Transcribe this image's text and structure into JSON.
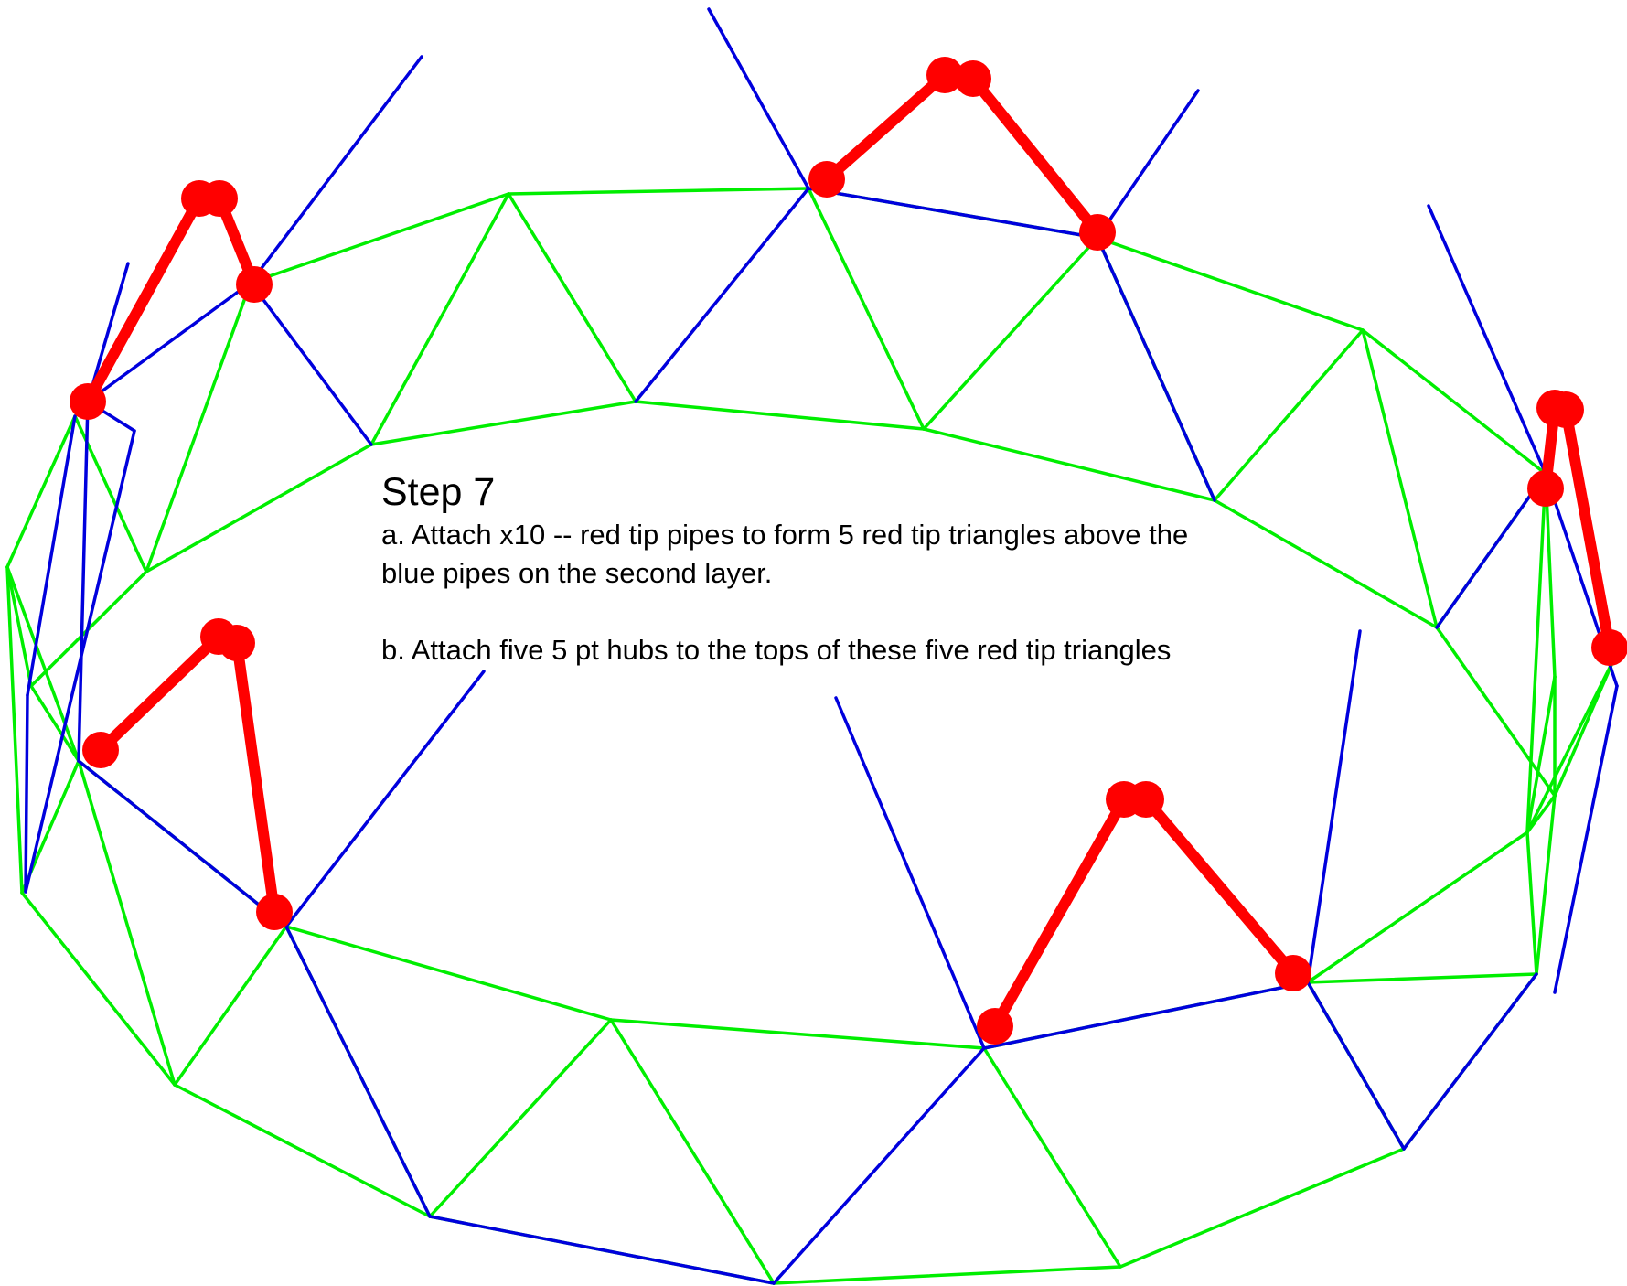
{
  "instructions": {
    "title": "Step 7",
    "step_a_line1": "a. Attach x10 -- red tip pipes to form 5 red tip triangles above the",
    "step_a_line2": "blue pipes on the second layer.",
    "step_b": "b. Attach five 5 pt hubs to the tops of these five red tip triangles"
  },
  "colors": {
    "green_pipe": "#00ee00",
    "blue_pipe": "#0000dd",
    "red_pipe": "#ff0000",
    "background": "#ffffff"
  },
  "legend": {
    "red_tip_pipe_count": 10,
    "red_tip_triangle_count": 5,
    "five_pt_hub_count": 5
  }
}
